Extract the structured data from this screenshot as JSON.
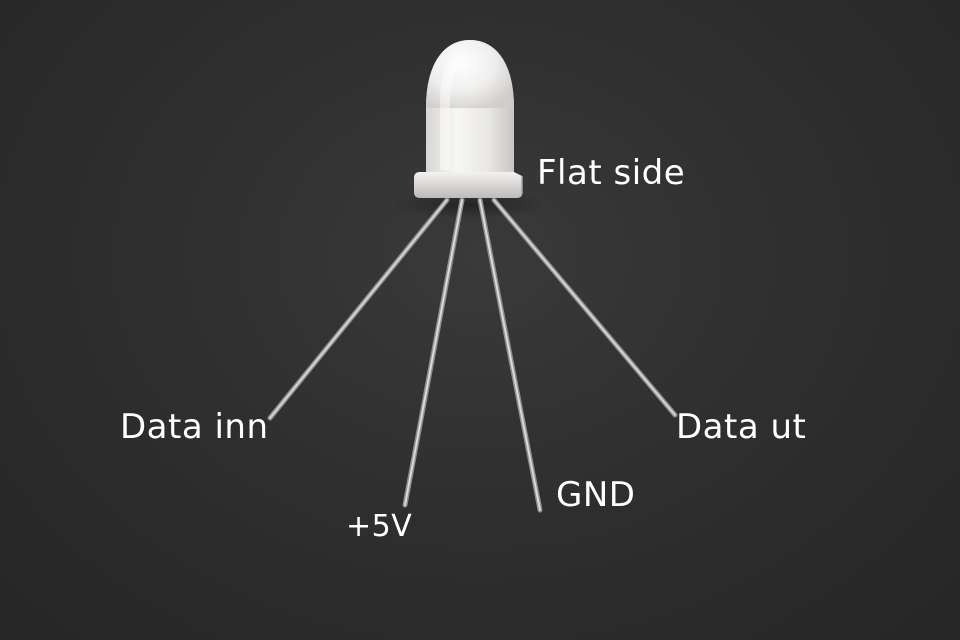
{
  "photo": {
    "subject": "led-with-four-leads",
    "background_color": "#2e2e2e",
    "lens_color": "#ecebea",
    "lead_color": "#cfcfcf",
    "label_color": "#ffffff"
  },
  "labels": {
    "flat_side": "Flat side",
    "data_in": "Data inn",
    "data_out": "Data ut",
    "gnd": "GND",
    "vcc": "+5V"
  }
}
